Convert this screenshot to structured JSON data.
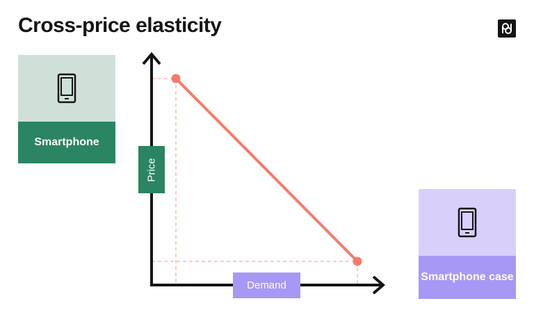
{
  "title": "Cross-price elasticity",
  "logo": {
    "icon": "pd-logo-icon"
  },
  "product_a": {
    "label": "Smartphone",
    "icon": "smartphone-icon"
  },
  "product_b": {
    "label": "Smartphone case",
    "icon": "smartphone-icon"
  },
  "axes": {
    "y_label": "Price",
    "x_label": "Demand"
  },
  "colors": {
    "line": "#f47c6a",
    "guide": "#f8b8ab",
    "axis": "#151515",
    "green": "#2b8462",
    "green_light": "#cfe0d9",
    "purple": "#a898f5",
    "purple_light": "#d8d0fb"
  }
}
